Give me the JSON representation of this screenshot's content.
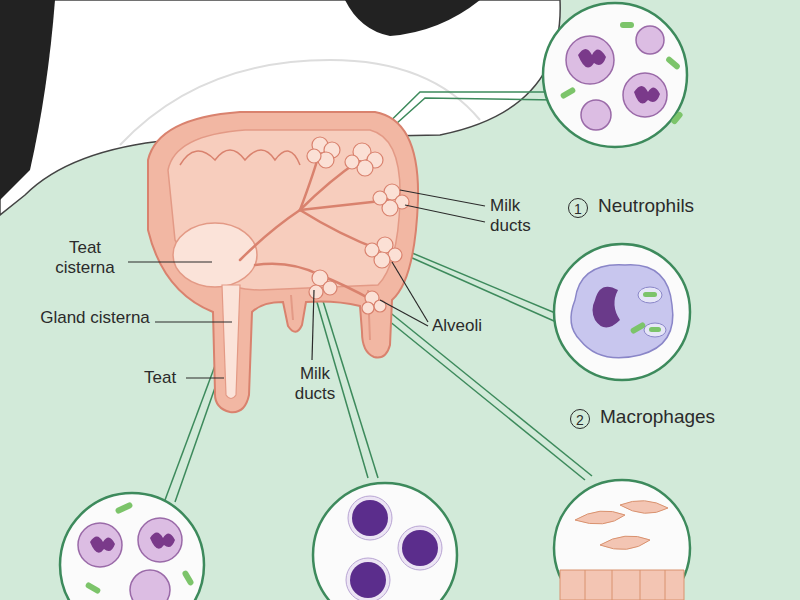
{
  "diagram": {
    "labels": [
      "Milk ducts",
      "1",
      "Neutrophils",
      "Teat cisterna",
      "Gland cisterna",
      "Alveoli",
      "2",
      "Macrophages",
      "Teat",
      "Milk ducts"
    ]
  }
}
